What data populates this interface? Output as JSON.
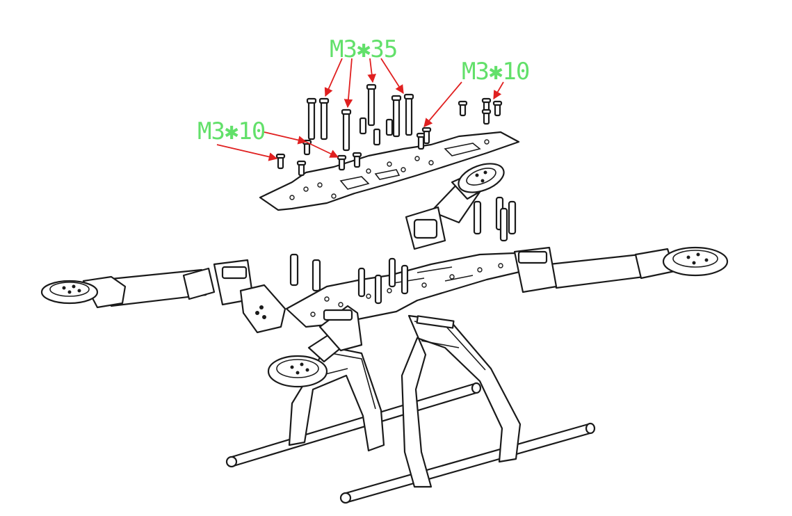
{
  "labels": {
    "top_screws": "M3✱35",
    "right_screws": "M3✱10",
    "left_screws": "M3✱10"
  },
  "colors": {
    "label": "#62e06a",
    "leader_arrow": "#e02020",
    "line_art": "#1a1a1a",
    "background": "#ffffff"
  }
}
